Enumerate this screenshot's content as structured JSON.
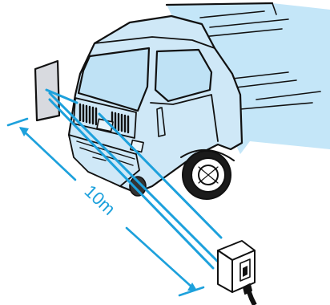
{
  "diagram": {
    "distance_label": "10m",
    "colors": {
      "truck_fill": "#cfe8f7",
      "cab_glass": "#bfe2f5",
      "cargo_fill": "#c4e6f8",
      "beam": "#1da1dc",
      "reflector_fill": "#d8dadf",
      "sensor_fill": "#ffffff",
      "line": "#111111"
    },
    "icons": [
      "truck-illustration",
      "reflector-plate",
      "photoelectric-sensor"
    ]
  }
}
